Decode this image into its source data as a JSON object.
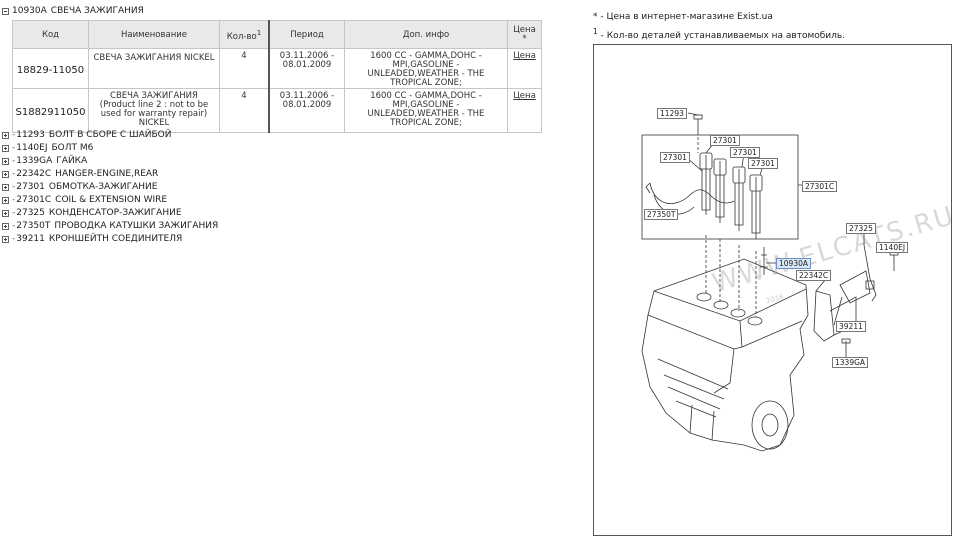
{
  "header": {
    "code": "10930A",
    "title": "СВЕЧА ЗАЖИГАНИЯ"
  },
  "table": {
    "col_code": "Код",
    "col_name": "Наименование",
    "col_qty": "Кол-во",
    "col_qty_sup": "1",
    "col_period": "Период",
    "col_info": "Доп. инфо",
    "col_price": "Цена",
    "col_price_sup": "*",
    "rows": [
      {
        "code": "18829-11050",
        "name": "СВЕЧА ЗАЖИГАНИЯ NICKEL",
        "qty": "4",
        "period": "03.11.2006 - 08.01.2009",
        "info": "1600 CC - GAMMA,DOHC - MPI,GASOLINE - UNLEADED,WEATHER - THE TROPICAL ZONE;",
        "price": "Цена"
      },
      {
        "code": "S1882911050",
        "name": "СВЕЧА ЗАЖИГАНИЯ (Product line 2 : not to be used for warranty repair) NICKEL",
        "qty": "4",
        "period": "03.11.2006 - 08.01.2009",
        "info": "1600 CC - GAMMA,DOHC - MPI,GASOLINE - UNLEADED,WEATHER - THE TROPICAL ZONE;",
        "price": "Цена"
      }
    ]
  },
  "tree": [
    {
      "code": "11293",
      "name": "БОЛТ В СБОРЕ С ШАЙБОЙ"
    },
    {
      "code": "1140EJ",
      "name": "БОЛТ M6"
    },
    {
      "code": "1339GA",
      "name": "ГАЙКА"
    },
    {
      "code": "22342C",
      "name": "HANGER-ENGINE,REAR"
    },
    {
      "code": "27301",
      "name": "ОБМОТКА-ЗАЖИГАНИЕ"
    },
    {
      "code": "27301C",
      "name": "COIL & EXTENSION WIRE"
    },
    {
      "code": "27325",
      "name": "КОНДЕНСАТОР-ЗАЖИГАНИЕ"
    },
    {
      "code": "27350T",
      "name": "ПРОВОДКА КАТУШКИ ЗАЖИГАНИЯ"
    },
    {
      "code": "39211",
      "name": "КРОНШЕЙТН СОЕДИНИТЕЛЯ"
    }
  ],
  "notes": {
    "price_mark": "*",
    "price_note": "- Цена в интернет-магазине Exist.ua",
    "qty_mark": "1",
    "qty_note": "- Кол-во деталей устанавливаемых на автомобиль."
  },
  "diagram": {
    "watermark": "WWW.ELCATS.RU",
    "watermark_year": "2016",
    "callouts": {
      "c11293": "11293",
      "c27301a": "27301",
      "c27301b": "27301",
      "c27301c": "27301",
      "c27301d": "27301",
      "c27301C": "27301C",
      "c27350T": "27350T",
      "c27325": "27325",
      "c1140EJ": "1140EJ",
      "c10930A": "10930A",
      "c22342C": "22342C",
      "c39211": "39211",
      "c1339GA": "1339GA"
    }
  }
}
